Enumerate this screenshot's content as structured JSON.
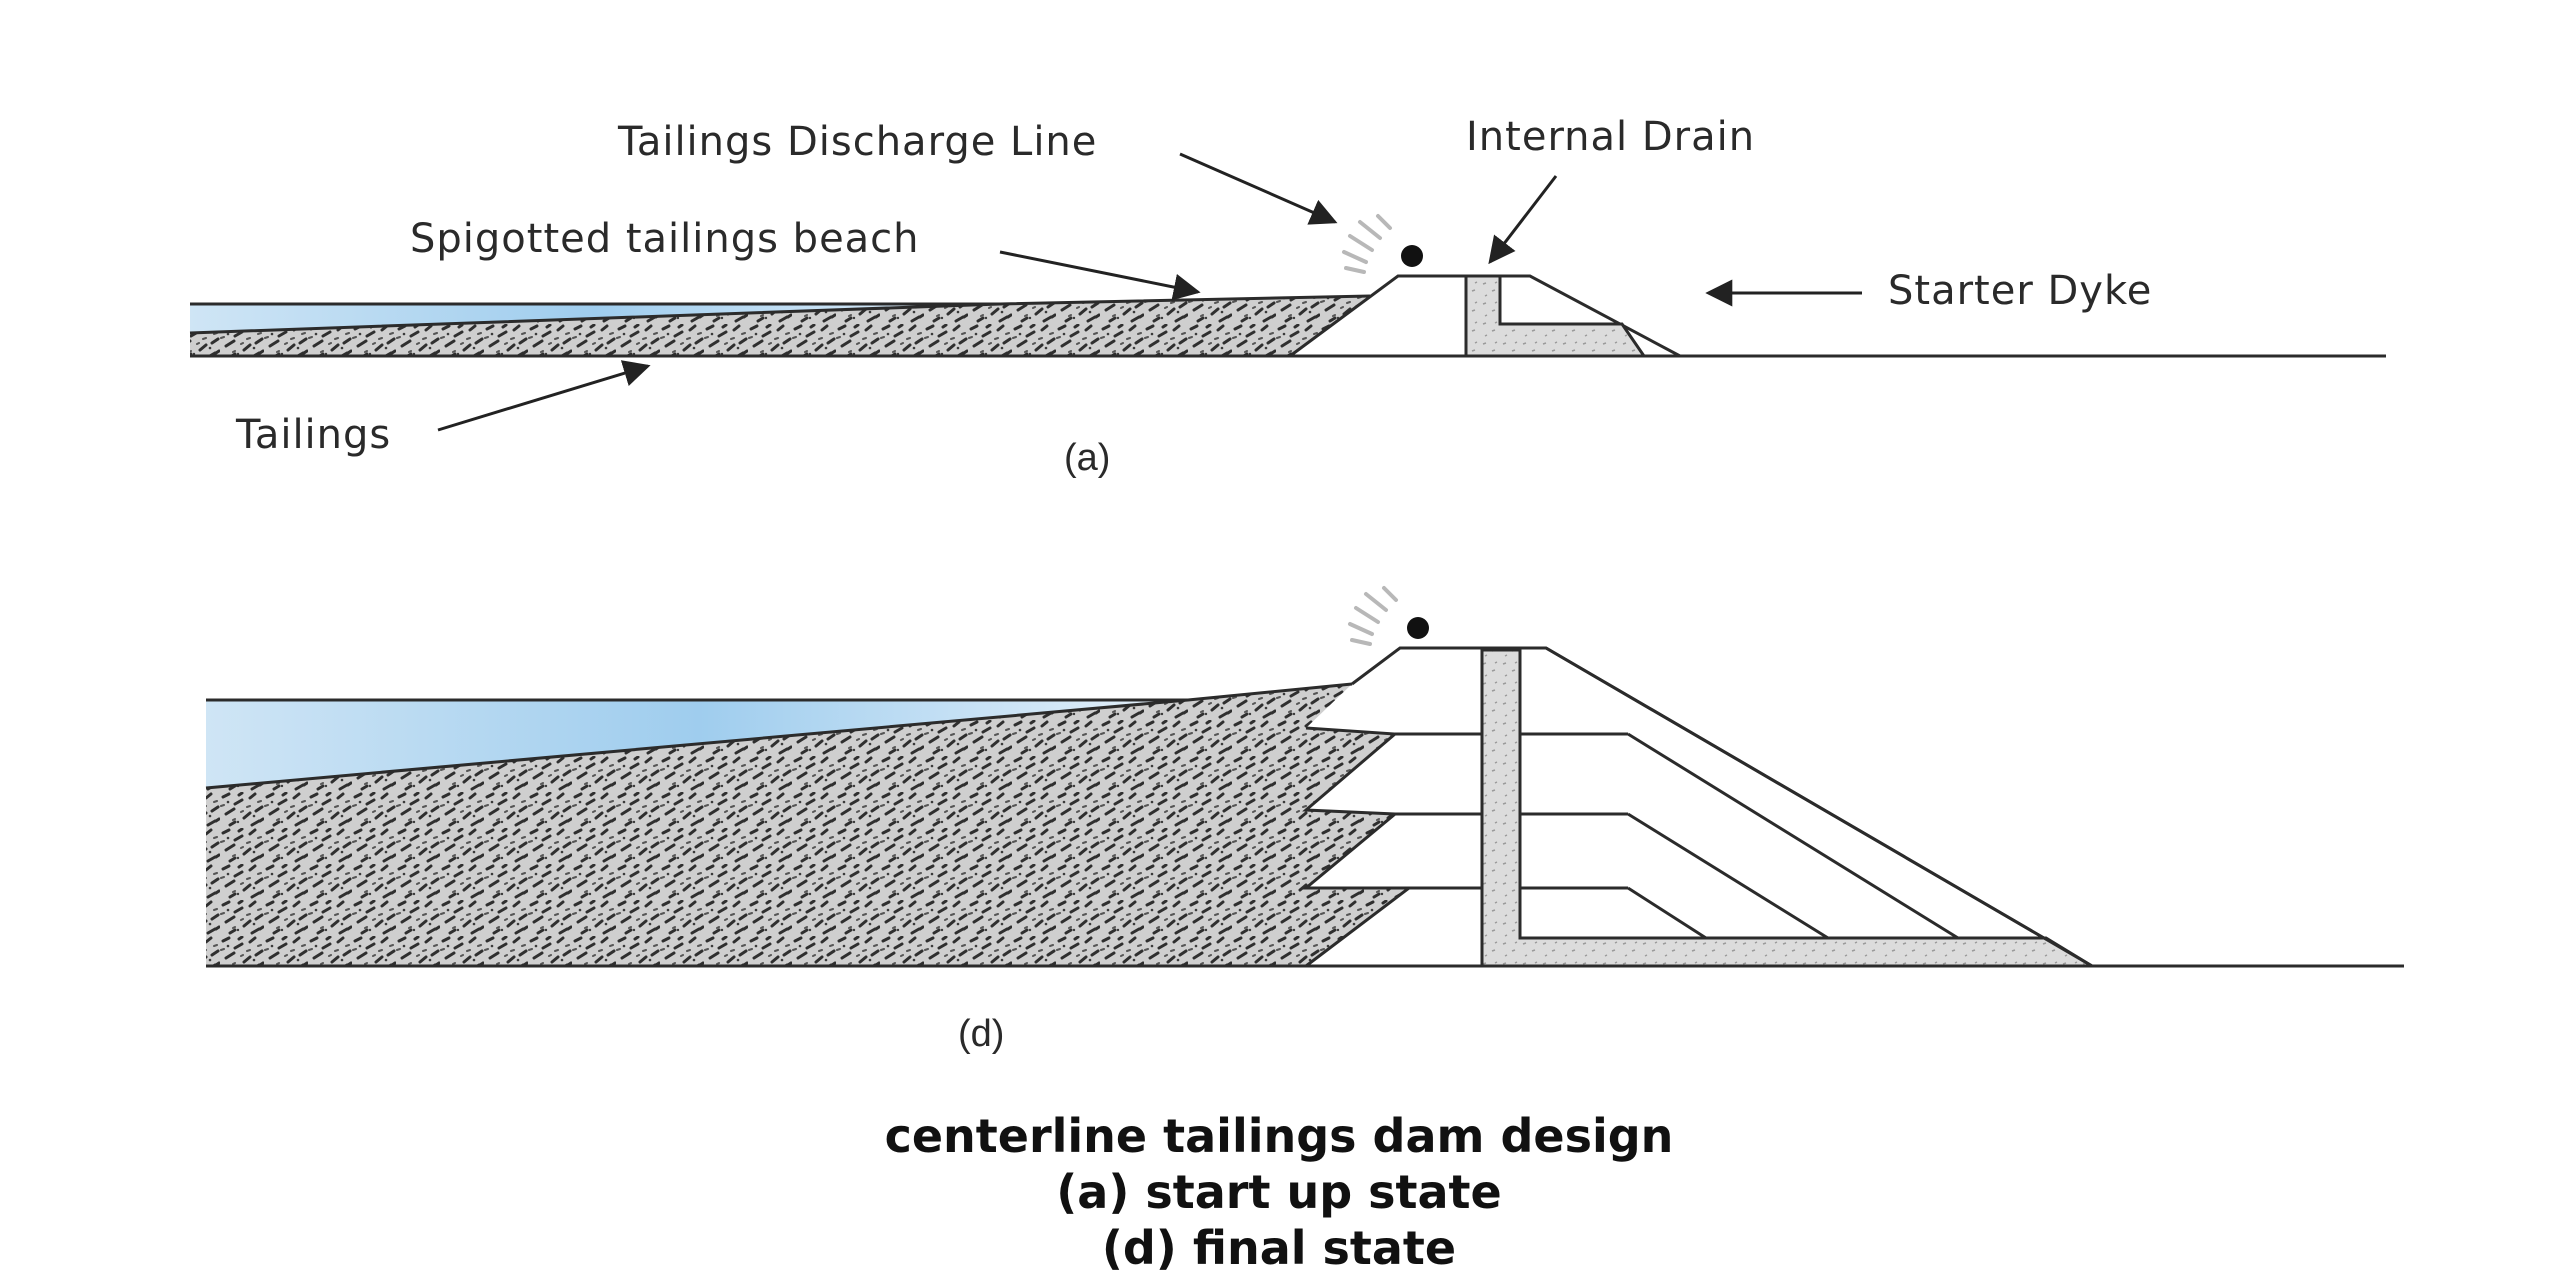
{
  "labels": {
    "discharge_line": "Tailings Discharge Line",
    "internal_drain": "Internal Drain",
    "beach": "Spigotted tailings beach",
    "starter_dyke": "Starter Dyke",
    "tailings": "Tailings"
  },
  "panels": {
    "a": "(a)",
    "d": "(d)"
  },
  "caption": {
    "line1": "centerline tailings dam design",
    "line2": "(a) start up state",
    "line3": "(d) final state"
  },
  "colors": {
    "water_light": "#dcecf8",
    "water_dark": "#7fbde6",
    "tailings_base": "#d2d2d2",
    "tailings_speck": "#2a2a2a",
    "drain_fill": "#d9d9d9",
    "line": "#2b2b2b"
  },
  "icons": [
    "discharge-pipe-icon",
    "spray-icon"
  ]
}
